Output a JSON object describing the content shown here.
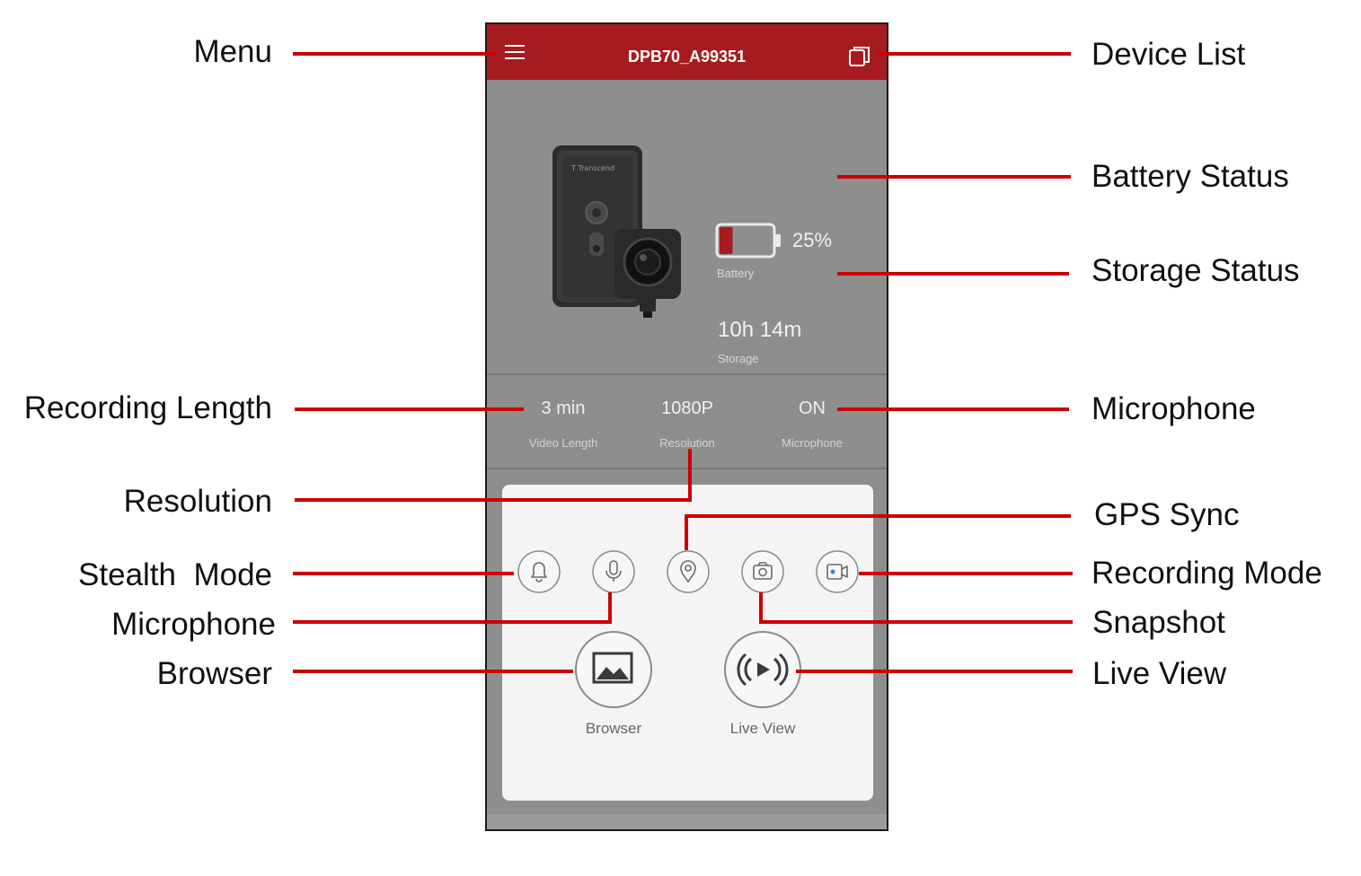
{
  "header": {
    "device_name": "DPB70_A99351"
  },
  "status": {
    "battery_percent": "25%",
    "battery_label": "Battery",
    "battery_level": 0.25,
    "storage_time": "10h 14m",
    "storage_label": "Storage"
  },
  "settings": [
    {
      "value": "3 min",
      "label": "Video Length"
    },
    {
      "value": "1080P",
      "label": "Resolution"
    },
    {
      "value": "ON",
      "label": "Microphone"
    }
  ],
  "actions": {
    "browser_label": "Browser",
    "live_view_label": "Live View"
  },
  "callouts": {
    "menu": "Menu",
    "device_list": "Device List",
    "battery_status": "Battery Status",
    "storage_status": "Storage Status",
    "recording_length": "Recording Length",
    "microphone_right": "Microphone",
    "resolution": "Resolution",
    "gps_sync": "GPS Sync",
    "stealth_mode": "Stealth  Mode",
    "recording_mode": "Recording Mode",
    "microphone_left": "Microphone",
    "snapshot": "Snapshot",
    "browser": "Browser",
    "live_view": "Live View"
  },
  "colors": {
    "accent": "#a61b1f",
    "leader": "#cc0000",
    "background": "#8e8e8e",
    "panel": "#f4f4f4",
    "battery_fill": "#a61b1f",
    "recording_dot": "#3b7ddd"
  },
  "icons": [
    "hamburger-menu-icon",
    "device-list-icon",
    "battery-icon",
    "bell-icon",
    "microphone-icon",
    "location-pin-icon",
    "camera-icon",
    "video-camera-icon",
    "image-icon",
    "broadcast-play-icon"
  ]
}
